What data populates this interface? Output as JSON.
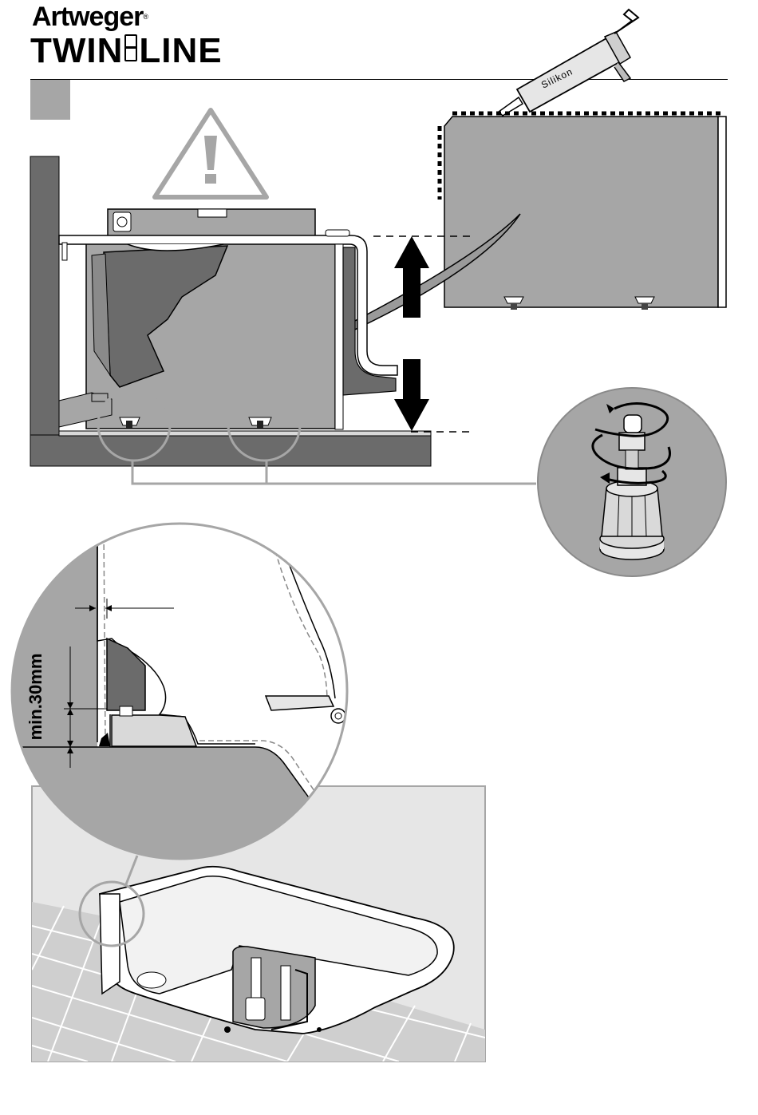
{
  "header": {
    "brand": "Artweger",
    "registered": "®",
    "product_left": "TWIN",
    "product_right": "LINE"
  },
  "labels": {
    "silicone": "Silikon",
    "min_gap": "min.30mm"
  },
  "icons": {
    "warning": "warning-triangle-icon",
    "rotate": "rotate-arrows-icon",
    "updown": "up-down-arrow-icon"
  },
  "colors": {
    "panel_gray": "#a6a6a6",
    "dark_gray": "#6b6b6b",
    "light_gray": "#d9d9d9",
    "line": "#000000"
  }
}
